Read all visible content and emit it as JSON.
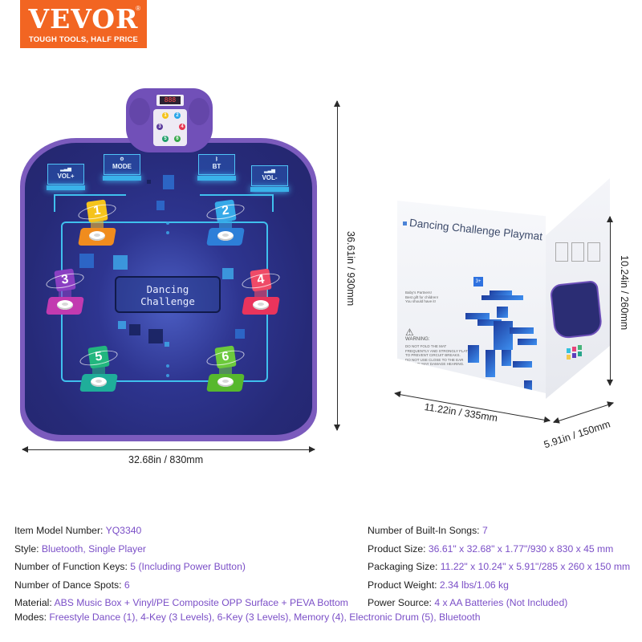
{
  "brand": {
    "name": "VEVOR",
    "registered": "®",
    "tagline": "TOUGH TOOLS, HALF PRICE",
    "color": "#f26522"
  },
  "mat": {
    "display_digits": "888",
    "keypad_keys": [
      {
        "n": "1",
        "color": "#f5c31b"
      },
      {
        "n": "2",
        "color": "#2aa6e8"
      },
      {
        "n": "3",
        "color": "#5b3a9c"
      },
      {
        "n": "4",
        "color": "#e8344f"
      },
      {
        "n": "5",
        "color": "#22a06b"
      },
      {
        "n": "6",
        "color": "#37a84a"
      }
    ],
    "function_keys": [
      {
        "label": "VOL+",
        "icon": "signal-bars-icon"
      },
      {
        "label": "MODE",
        "icon": "mode-icon"
      },
      {
        "label": "BT",
        "icon": "bluetooth-icon"
      },
      {
        "label": "VOL-",
        "icon": "signal-bars-icon"
      }
    ],
    "center_title_line1": "Dancing",
    "center_title_line2": "Challenge",
    "dance_spots": [
      {
        "n": "1",
        "color": "#f5b82a",
        "pad": "#f08c1e"
      },
      {
        "n": "2",
        "color": "#36a9e8",
        "pad": "#2d7fd8"
      },
      {
        "n": "3",
        "color": "#8a3fc2",
        "pad": "#c23ab0"
      },
      {
        "n": "4",
        "color": "#ef4a67",
        "pad": "#e9345c"
      },
      {
        "n": "5",
        "color": "#22b67e",
        "pad": "#1fae9a"
      },
      {
        "n": "6",
        "color": "#6cc93c",
        "pad": "#57b82d"
      }
    ],
    "colors": {
      "body": "#7b5bbd",
      "surface": "#262a78",
      "accent": "#3fc0ee"
    }
  },
  "dimensions": {
    "mat_width": "32.68in / 830mm",
    "mat_height": "36.61in / 930mm",
    "box_width": "11.22in / 335mm",
    "box_depth": "5.91in / 150mm",
    "box_height": "10.24in / 260mm"
  },
  "package": {
    "title": "Dancing Challenge Playmat",
    "age_badge": "3+",
    "tagline_lines": [
      "Baby's Partners!",
      "Best gift for children!",
      "You should have it!"
    ],
    "warning_label": "WARNING:",
    "warning_lines": [
      "DO NOT FOLD THE MAT",
      "FREQUENTLY AND STRONGLY FLAT",
      "TO PREVENT CIRCUIT BREAKS.",
      "DO NOT USE CLOSE TO THE EAR",
      "VOLUME MAY DAMAGE HEARING."
    ]
  },
  "specs": {
    "left": [
      {
        "label": "Item Model Number: ",
        "value": "YQ3340"
      },
      {
        "label": "Style: ",
        "value": "Bluetooth, Single Player"
      },
      {
        "label": "Number of Function Keys: ",
        "value": "5 (Including Power Button)"
      },
      {
        "label": "Number of Dance Spots: ",
        "value": "6"
      },
      {
        "label": "Material: ",
        "value": "ABS Music Box + Vinyl/PE Composite OPP Surface + PEVA Bottom"
      }
    ],
    "right": [
      {
        "label": "Number of Built-In Songs: ",
        "value": "7"
      },
      {
        "label": "Product Size: ",
        "value": "36.61\" x 32.68\" x 1.77\"/930 x 830 x 45 mm"
      },
      {
        "label": "Packaging Size: ",
        "value": "11.22\" x 10.24\" x 5.91\"/285 x 260 x 150 mm"
      },
      {
        "label": "Product Weight: ",
        "value": "2.34 lbs/1.06 kg"
      },
      {
        "label": "Power Source: ",
        "value": "4 x AA Batteries (Not Included)"
      }
    ],
    "modes": {
      "label": "Modes: ",
      "value": "Freestyle Dance (1), 4-Key (3 Levels), 6-Key (3 Levels), Memory (4), Electronic Drum (5), Bluetooth"
    },
    "value_color": "#7b4fc7"
  }
}
